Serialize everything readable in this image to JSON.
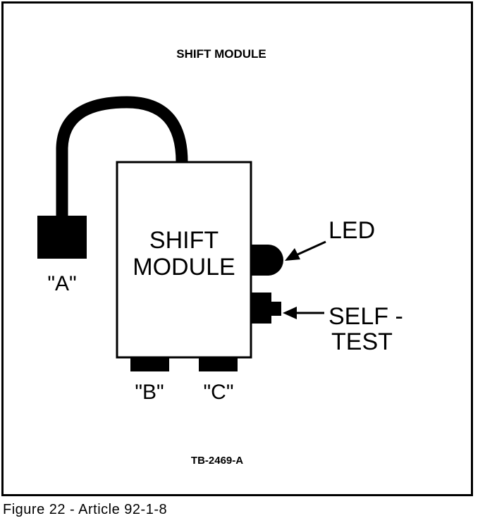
{
  "diagram": {
    "header": "SHIFT MODULE",
    "module_label_line1": "SHIFT",
    "module_label_line2": "MODULE",
    "connector_a_label": "\"A\"",
    "connector_b_label": "\"B\"",
    "connector_c_label": "\"C\"",
    "led_label": "LED",
    "self_test_label_line1": "SELF -",
    "self_test_label_line2": "TEST",
    "reference_code": "TB-2469-A"
  },
  "caption": "Figure 22 - Article 92-1-8",
  "colors": {
    "ink": "#000000",
    "paper": "#ffffff"
  }
}
